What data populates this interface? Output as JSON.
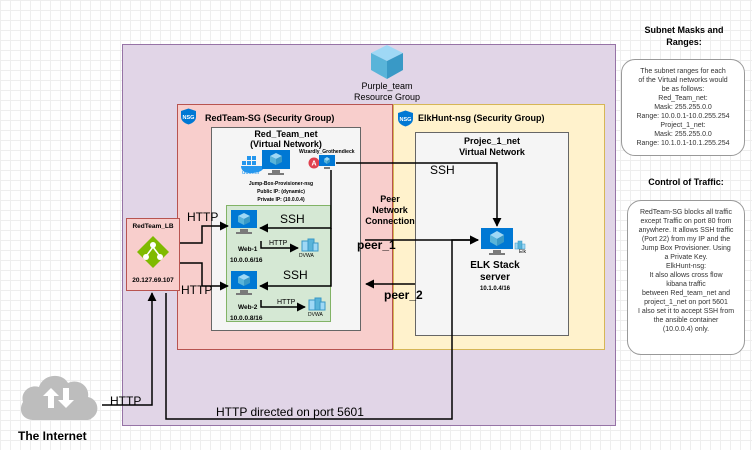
{
  "resource_group": {
    "name": "Purple_team",
    "subtitle": "Resource Group"
  },
  "nsg_badge": "NSG",
  "red_sg": {
    "title": "RedTeam-SG (Security Group)"
  },
  "red_vnet": {
    "title": "Red_Team_net",
    "subtitle": "(Virtual Network)"
  },
  "jumpbox": {
    "name": "Jump-Box-Provisioner-nsg",
    "public_ip": "Public IP: (dynamic)",
    "private_ip": "Private IP: (10.0.0.4)",
    "container_label": "Wizardly_Grothendieck",
    "docker_label": "docker"
  },
  "web1": {
    "name": "Web-1",
    "ip": "10.0.0.6/16",
    "app": "DVWA"
  },
  "web2": {
    "name": "Web-2",
    "ip": "10.0.0.8/16",
    "app": "DVWA"
  },
  "elk_sg": {
    "title": "ElkHunt-nsg (Security Group)"
  },
  "elk_vnet": {
    "title": "Projec_1_net",
    "subtitle": "Virtual Network"
  },
  "elk": {
    "name_line1": "ELK Stack",
    "name_line2": "server",
    "ip": "10.1.0.4/16",
    "app": "Elk"
  },
  "lb": {
    "name": "RedTeam_LB",
    "ip": "20.127.69.107"
  },
  "internet": {
    "label": "The Internet"
  },
  "edges": {
    "ssh_top": "SSH",
    "ssh_web1": "SSH",
    "ssh_web2": "SSH",
    "http_web1": "HTTP",
    "http_web2": "HTTP",
    "http_inner1": "HTTP",
    "http_inner2": "HTTP",
    "http_internet": "HTTP",
    "peer_title_1": "Peer",
    "peer_title_2": "Network",
    "peer_title_3": "Connection",
    "peer_1": "peer_1",
    "peer_2": "peer_2",
    "http_5601": "HTTP directed on port 5601"
  },
  "subnet_panel": {
    "title_1": "Subnet Masks and",
    "title_2": "Ranges:",
    "lines": [
      "The subnet ranges for each",
      "of the  Virtual networks would",
      "be as follows:",
      "Red_Team_net:",
      "Mask: 255.255.0.0",
      "Range: 10.0.0.1-10.0.255.254",
      "Project_1_net:",
      "Mask: 255.255.0.0",
      "Range: 10.1.0.1-10.1.255.254"
    ]
  },
  "traffic_panel": {
    "title": "Control of Traffic:",
    "lines": [
      "RedTeam-SG blocks all traffic",
      "except Traffic on port 80 from",
      "anywhere. It allows SSH traffic",
      "(Port 22) from my IP and the",
      "Jump Box Provisioner. Using",
      "a Private Key.",
      "ElkHunt-nsg:",
      "It also allows cross flow",
      "kibana traffic",
      "between Red_team_net and",
      "project_1_net on port 5601",
      "I also set it to accept SSH from",
      "the ansible container",
      "(10.0.0.4) only."
    ]
  },
  "colors": {
    "purple_zone": "#e1d5e7",
    "red_zone": "#f8cecc",
    "yellow_zone": "#fff2cc",
    "vnet_bg": "#f5f5f5",
    "green_zone": "#d5e8d4",
    "azure_blue": "#0078d4",
    "lb_green": "#7fba00"
  }
}
